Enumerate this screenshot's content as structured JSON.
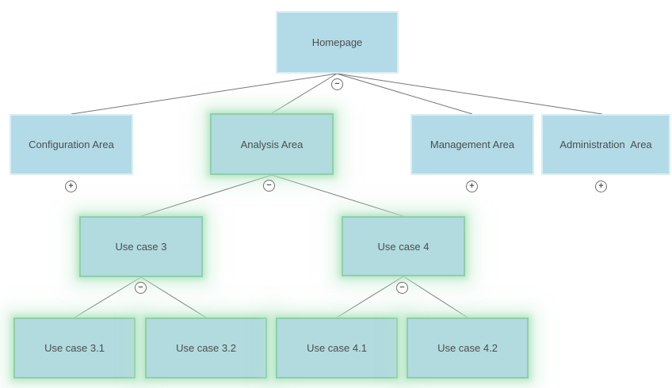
{
  "diagram": {
    "type": "sitemap-tree",
    "icons": {
      "collapse": "−",
      "expand": "+"
    },
    "colors": {
      "node_fill": "#b3dbe7",
      "node_border": "#d9eef5",
      "highlight_fill": "#b1dbdf",
      "highlight_border": "#87cca3",
      "highlight_glow": "#bfe8cc",
      "connector_line": "#777777",
      "label_text": "#4d4d4d"
    },
    "nodes": [
      {
        "id": "homepage",
        "label": "Homepage",
        "highlighted": false,
        "toggle": "collapse"
      },
      {
        "id": "configuration-area",
        "label": "Configuration Area",
        "highlighted": false,
        "toggle": "expand"
      },
      {
        "id": "analysis-area",
        "label": "Analysis Area",
        "highlighted": true,
        "toggle": "collapse"
      },
      {
        "id": "management-area",
        "label": "Management Area",
        "highlighted": false,
        "toggle": "expand"
      },
      {
        "id": "administration-area",
        "label": "Administration  Area",
        "highlighted": false,
        "toggle": "expand"
      },
      {
        "id": "use-case-3",
        "label": "Use case 3",
        "highlighted": true,
        "toggle": "collapse"
      },
      {
        "id": "use-case-4",
        "label": "Use case 4",
        "highlighted": true,
        "toggle": "collapse"
      },
      {
        "id": "use-case-3-1",
        "label": "Use case 3.1",
        "highlighted": true,
        "toggle": null
      },
      {
        "id": "use-case-3-2",
        "label": "Use case 3.2",
        "highlighted": true,
        "toggle": null
      },
      {
        "id": "use-case-4-1",
        "label": "Use case 4.1",
        "highlighted": true,
        "toggle": null
      },
      {
        "id": "use-case-4-2",
        "label": "Use case 4.2",
        "highlighted": true,
        "toggle": null
      }
    ],
    "edges": [
      [
        "homepage",
        "configuration-area"
      ],
      [
        "homepage",
        "analysis-area"
      ],
      [
        "homepage",
        "management-area"
      ],
      [
        "homepage",
        "administration-area"
      ],
      [
        "analysis-area",
        "use-case-3"
      ],
      [
        "analysis-area",
        "use-case-4"
      ],
      [
        "use-case-3",
        "use-case-3-1"
      ],
      [
        "use-case-3",
        "use-case-3-2"
      ],
      [
        "use-case-4",
        "use-case-4-1"
      ],
      [
        "use-case-4",
        "use-case-4-2"
      ]
    ]
  }
}
